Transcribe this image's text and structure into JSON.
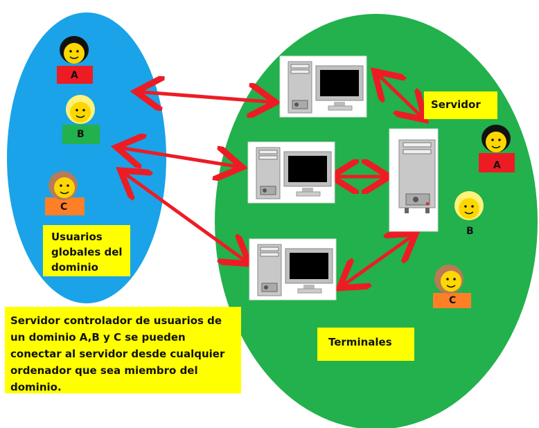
{
  "labels": {
    "usuarios_globales": "Usuarios globales del dominio",
    "servidor": "Servidor",
    "terminales": "Terminales",
    "descripcion": "Servidor controlador de usuarios de un dominio A,B y C se pueden conectar al servidor desde cualquier ordenador que sea miembro del dominio."
  },
  "users_left": [
    "A",
    "B",
    "C"
  ],
  "users_right": [
    "A",
    "B",
    "C"
  ],
  "colors": {
    "left_ellipse": "#1aa3e8",
    "right_ellipse": "#22b14c",
    "arrow": "#ed1c24",
    "label_bg": "#ffff00",
    "user_a": "#ed1c24",
    "user_b": "#22b14c",
    "user_c": "#ff7f27"
  }
}
